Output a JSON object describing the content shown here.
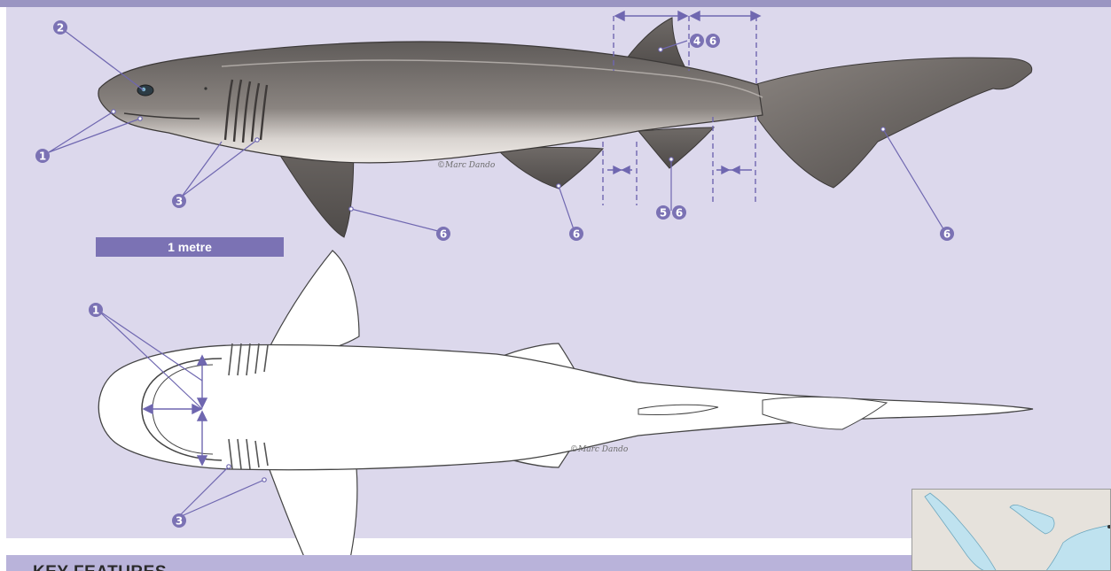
{
  "scale_bar": {
    "label": "1 metre"
  },
  "key_features": {
    "title": "KEY FEATURES"
  },
  "watermark": "©Marc Dando",
  "callouts": {
    "c1": "1",
    "c2": "2",
    "c3": "3",
    "c4": "4",
    "c5": "5",
    "c6": "6"
  },
  "colors": {
    "panel": "#dcd8ec",
    "accent": "#7b72b4",
    "callout": "#7b72b4",
    "shark_skin": "#7e7976",
    "map_water": "#bfe2ef",
    "map_land": "#e6e2dc"
  },
  "icons": [
    "shark-side-view-illustration",
    "shark-underside-illustration",
    "distribution-map"
  ]
}
